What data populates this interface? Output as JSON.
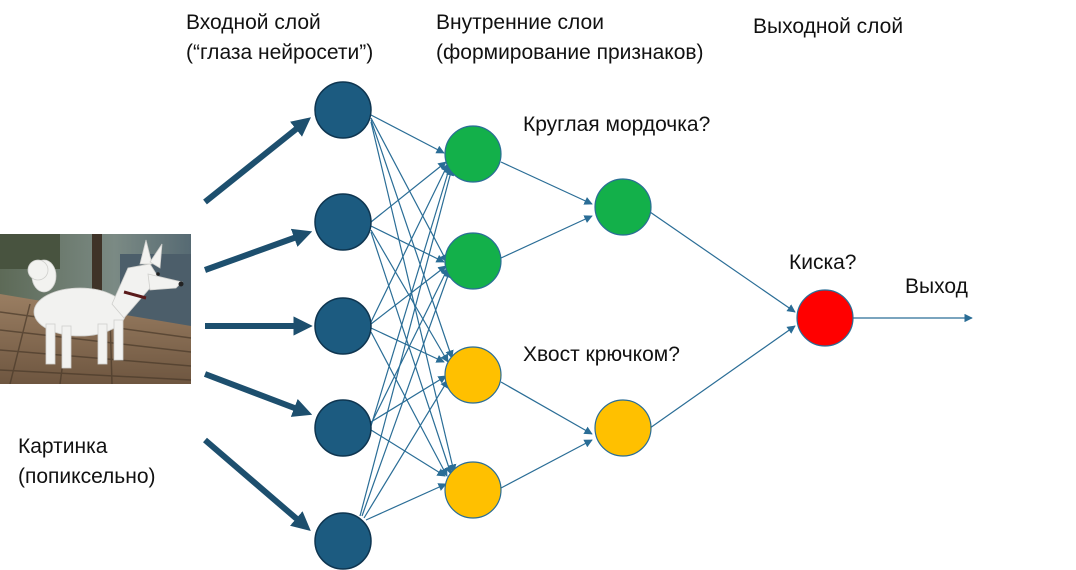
{
  "labels": {
    "input_layer": [
      "Входной слой",
      "(“глаза нейросети”)"
    ],
    "hidden_layers": [
      "Внутренние слои",
      "(формирование признаков)"
    ],
    "output_layer": "Выходной слой",
    "feature_round_face": "Круглая мордочка?",
    "feature_hook_tail": "Хвост крючком?",
    "output_question": "Киска?",
    "output": "Выход",
    "picture": [
      "Картинка",
      "(попиксельно)"
    ]
  },
  "photo": {
    "subject": "white-dog-photo"
  },
  "colors": {
    "input_neuron": "#1c5b80",
    "input_neuron_stroke": "#0e3550",
    "feature_green": "#13b04a",
    "feature_yellow": "#ffc000",
    "output_red": "#ff0000",
    "connection": "#2a6d96",
    "arrow": "#1d4f6e"
  }
}
